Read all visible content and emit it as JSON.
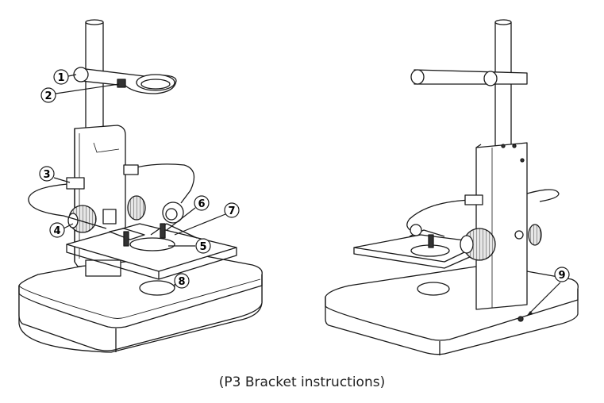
{
  "caption": "(P3 Bracket instructions)",
  "callouts": [
    {
      "label": "1"
    },
    {
      "label": "2"
    },
    {
      "label": "3"
    },
    {
      "label": "4"
    },
    {
      "label": "5"
    },
    {
      "label": "6"
    },
    {
      "label": "7"
    },
    {
      "label": "8"
    },
    {
      "label": "9"
    }
  ],
  "colors": {
    "line": "#1a1a1a",
    "fill": "#ffffff",
    "shade": "#d9d9d9",
    "dark": "#555555"
  }
}
